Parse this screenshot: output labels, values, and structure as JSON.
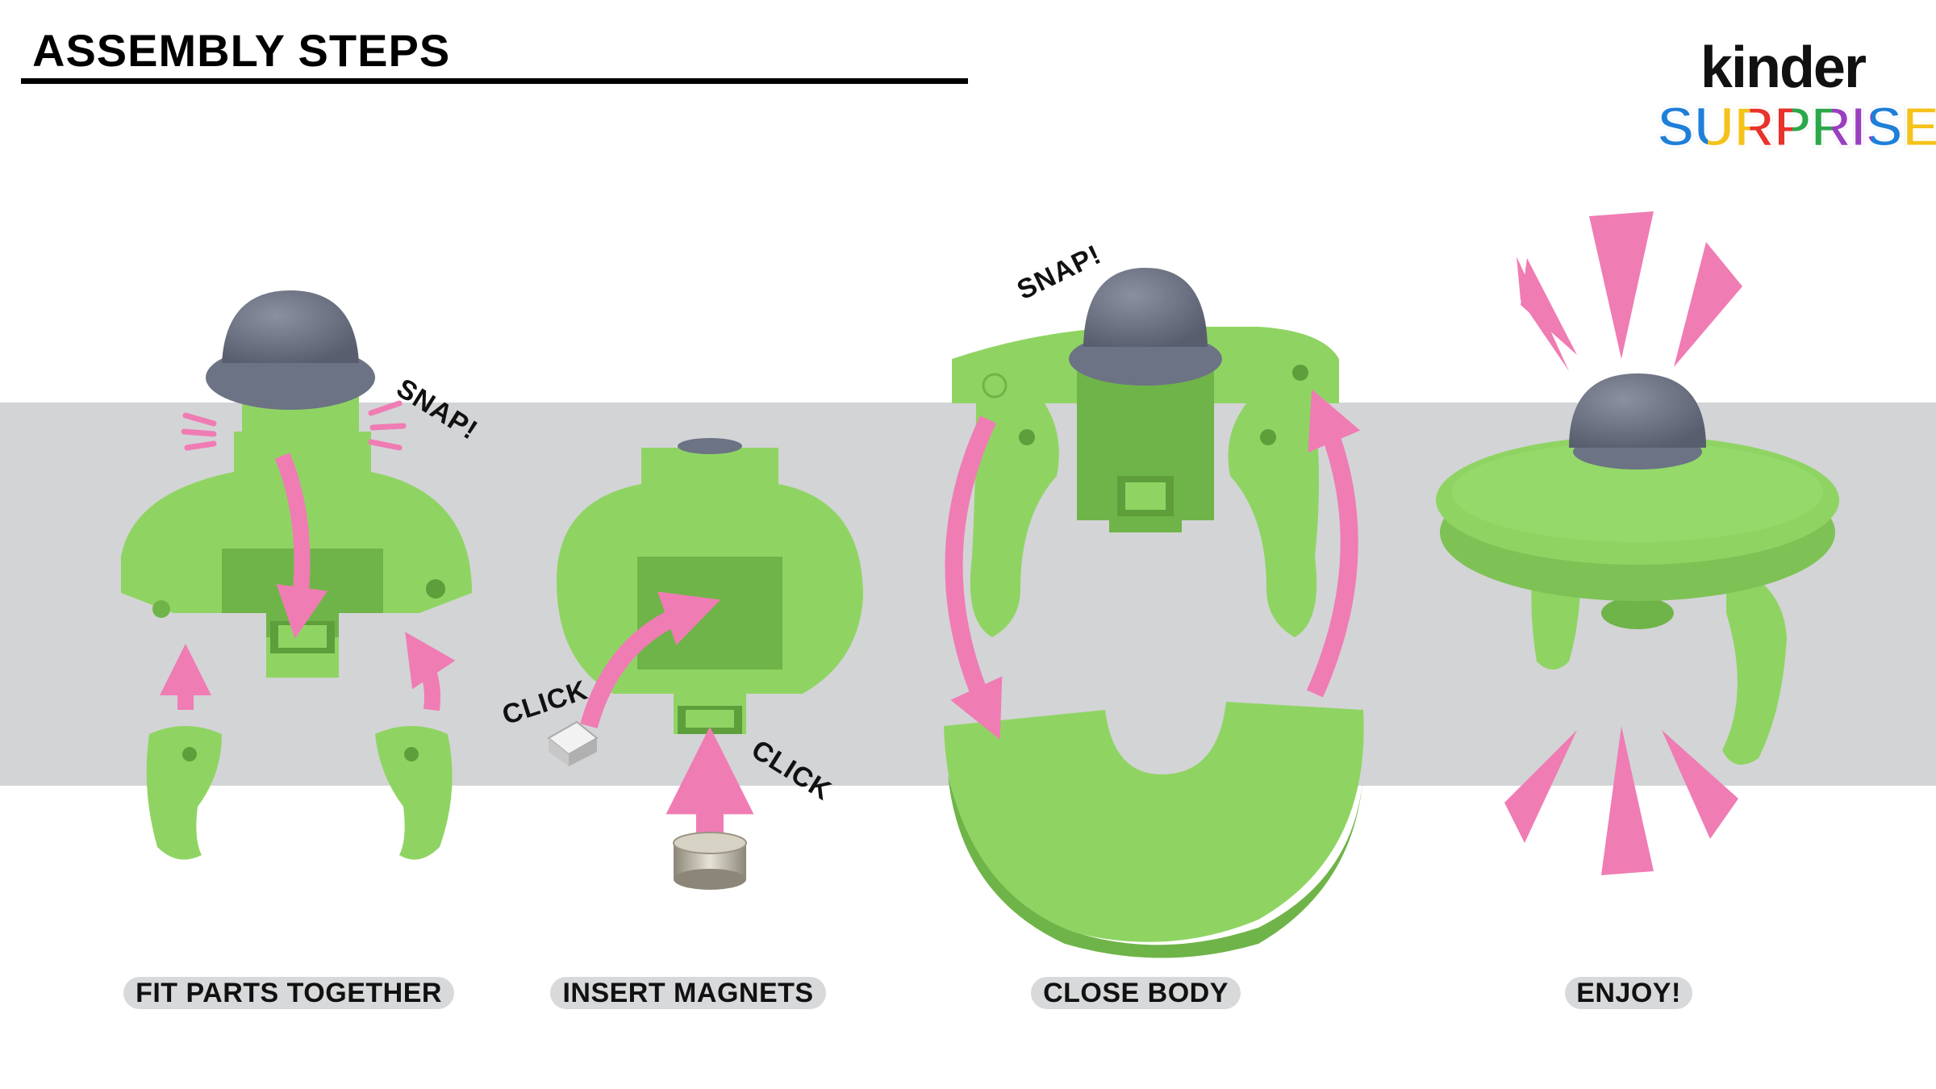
{
  "header": {
    "title": "ASSEMBLY STEPS"
  },
  "logo": {
    "line1": "kinder",
    "line2": "SURPRISE"
  },
  "steps": [
    {
      "label": "FIT PARTS TOGETHER"
    },
    {
      "label": "INSERT MAGNETS"
    },
    {
      "label": "CLOSE BODY"
    },
    {
      "label": "ENJOY!"
    }
  ],
  "annotations": {
    "snap": "SNAP!",
    "click": "CLICK"
  },
  "colors": {
    "part": "#8fd463",
    "part_shadow": "#6fb448",
    "cap": "#6c7384",
    "arrow": "#f07cb4",
    "band": "#d3d4d6"
  }
}
